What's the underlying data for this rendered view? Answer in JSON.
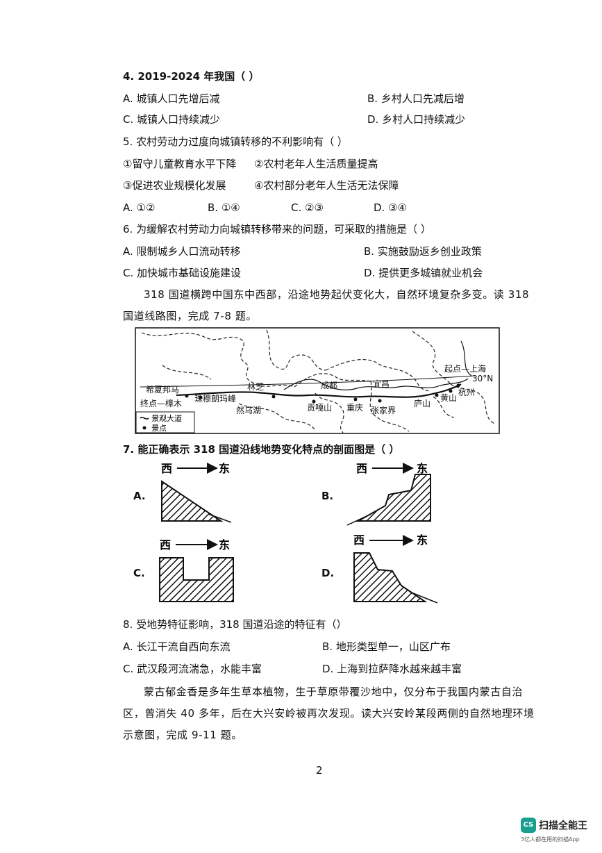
{
  "questions": {
    "q4": {
      "stem": "4. 2019-2024 年我国（    ）",
      "a": "A.  城镇人口先增后减",
      "b": "B.  乡村人口先减后增",
      "c": "C.  城镇人口持续减少",
      "d": "D.  乡村人口持续减少"
    },
    "q5": {
      "stem": "5.  农村劳动力过度向城镇转移的不利影响有（    ）",
      "o1": "①留守儿童教育水平下降",
      "o2": "②农村老年人生活质量提高",
      "o3": "③促进农业规模化发展",
      "o4": "④农村部分老年人生活无法保障",
      "a": "A.  ①②",
      "b": "B.  ①④",
      "c": "C.  ②③",
      "d": "D.  ③④"
    },
    "q6": {
      "stem": "6.  为缓解农村劳动力向城镇转移带来的问题，可采取的措施是（    ）",
      "a": "A.  限制城乡人口流动转移",
      "b": "B.  实施鼓励返乡创业政策",
      "c": "C.  加快城市基础设施建设",
      "d": "D.  提供更多城镇就业机会"
    },
    "intro318": "318 国道横跨中国东中西部，沿途地势起伏变化大，自然环境复杂多变。读 318 国道线路图，完成 7-8 题。",
    "q7": {
      "stem": "7.  能正确表示 318 国道沿线地势变化特点的剖面图是（    ）",
      "a": "A.",
      "b": "B.",
      "c": "C.",
      "d": "D.",
      "west": "西",
      "east": "东"
    },
    "q8": {
      "stem": "8.  受地势特征影响，318 国道沿途的特征有（）",
      "a": "A.  长江干流自西向东流",
      "b": "B.  地形类型单一，山区广布",
      "c": "C.  武汉段河流湍急，水能丰富",
      "d": "D.  上海到拉萨降水越来越丰富"
    },
    "intro9": "蒙古郁金香是多年生草本植物，生于草原带覆沙地中，仅分布于我国内蒙古自治区，曾消失 40 多年，后在大兴安岭被再次发现。读大兴安岭某段两侧的自然地理环境示意图，完成 9-11 题。"
  },
  "map": {
    "places": {
      "xixiabangma": "希夏邦马",
      "zhangmu": "终点—樟木",
      "zhumulangma": "珠穆朗玛峰",
      "ranwuhu": "然乌湖",
      "linzhi": "林芝",
      "gonggashan": "贡嘎山",
      "chengdu": "成都",
      "chongqing": "重庆",
      "yichang": "宜昌",
      "zhangjiajie": "张家界",
      "lushan": "庐山",
      "huangshan": "黄山",
      "hangzhou": "杭州",
      "shanghai": "起点—上海",
      "lat": "30°N"
    },
    "legend": {
      "road": "景观大道",
      "spot": "景点"
    }
  },
  "page_number": "2",
  "footer": {
    "brand": "扫描全能王",
    "tagline": "3亿人都在用的扫描App",
    "logo": "CS"
  }
}
